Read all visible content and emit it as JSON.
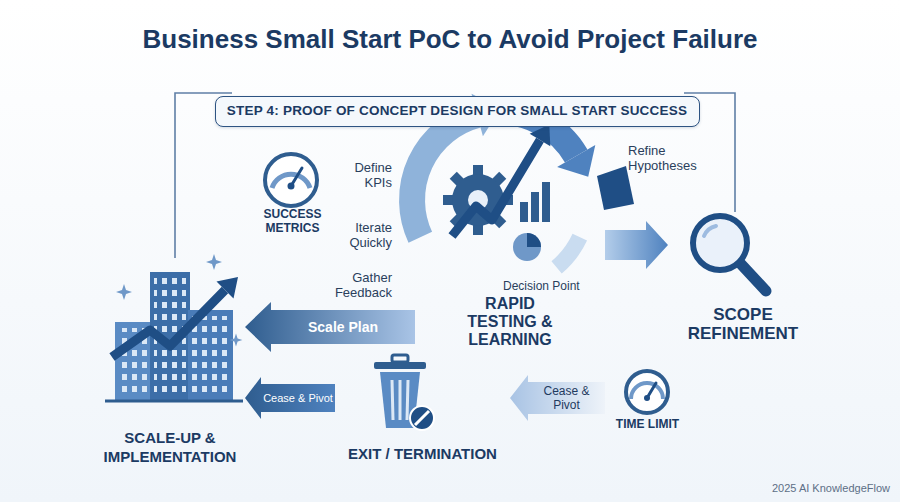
{
  "diagram": {
    "title": "Business Small Start PoC to Avoid Project Failure",
    "nodes": [
      {
        "text": [
          "STEP 4: PROOF OF CONCEPT DESIGN FOR SMALL START SUCCESS"
        ]
      },
      {
        "text": [
          "SUCCESS METRICS"
        ]
      },
      {
        "text": [
          "RAPID TESTING & LEARNING"
        ]
      },
      {
        "text": [
          "SCOPE REFINEMENT"
        ]
      },
      {
        "text": [
          "SCALE-UP & IMPLEMENTATION"
        ]
      },
      {
        "text": [
          "EXIT / TERMINATION"
        ]
      },
      {
        "text": [
          "TIME LIMIT"
        ]
      }
    ],
    "edges": [
      {
        "from": 2,
        "to": 4,
        "label": "Scale Plan",
        "arrow": "to"
      },
      {
        "from": 2,
        "to": 3,
        "arrow": "to"
      },
      {
        "from": 5,
        "to": 4,
        "label": "Cease & Pivot",
        "arrow": "to"
      },
      {
        "from": 6,
        "to": 5,
        "label": "Cease & Pivot",
        "arrow": "to"
      }
    ],
    "labels": [
      "Define KPIs",
      "Iterate Quickly",
      "Gather Feedback",
      "Refine Hypotheses",
      "Decision Point",
      "2025 AI KnowledgeFlow"
    ]
  }
}
